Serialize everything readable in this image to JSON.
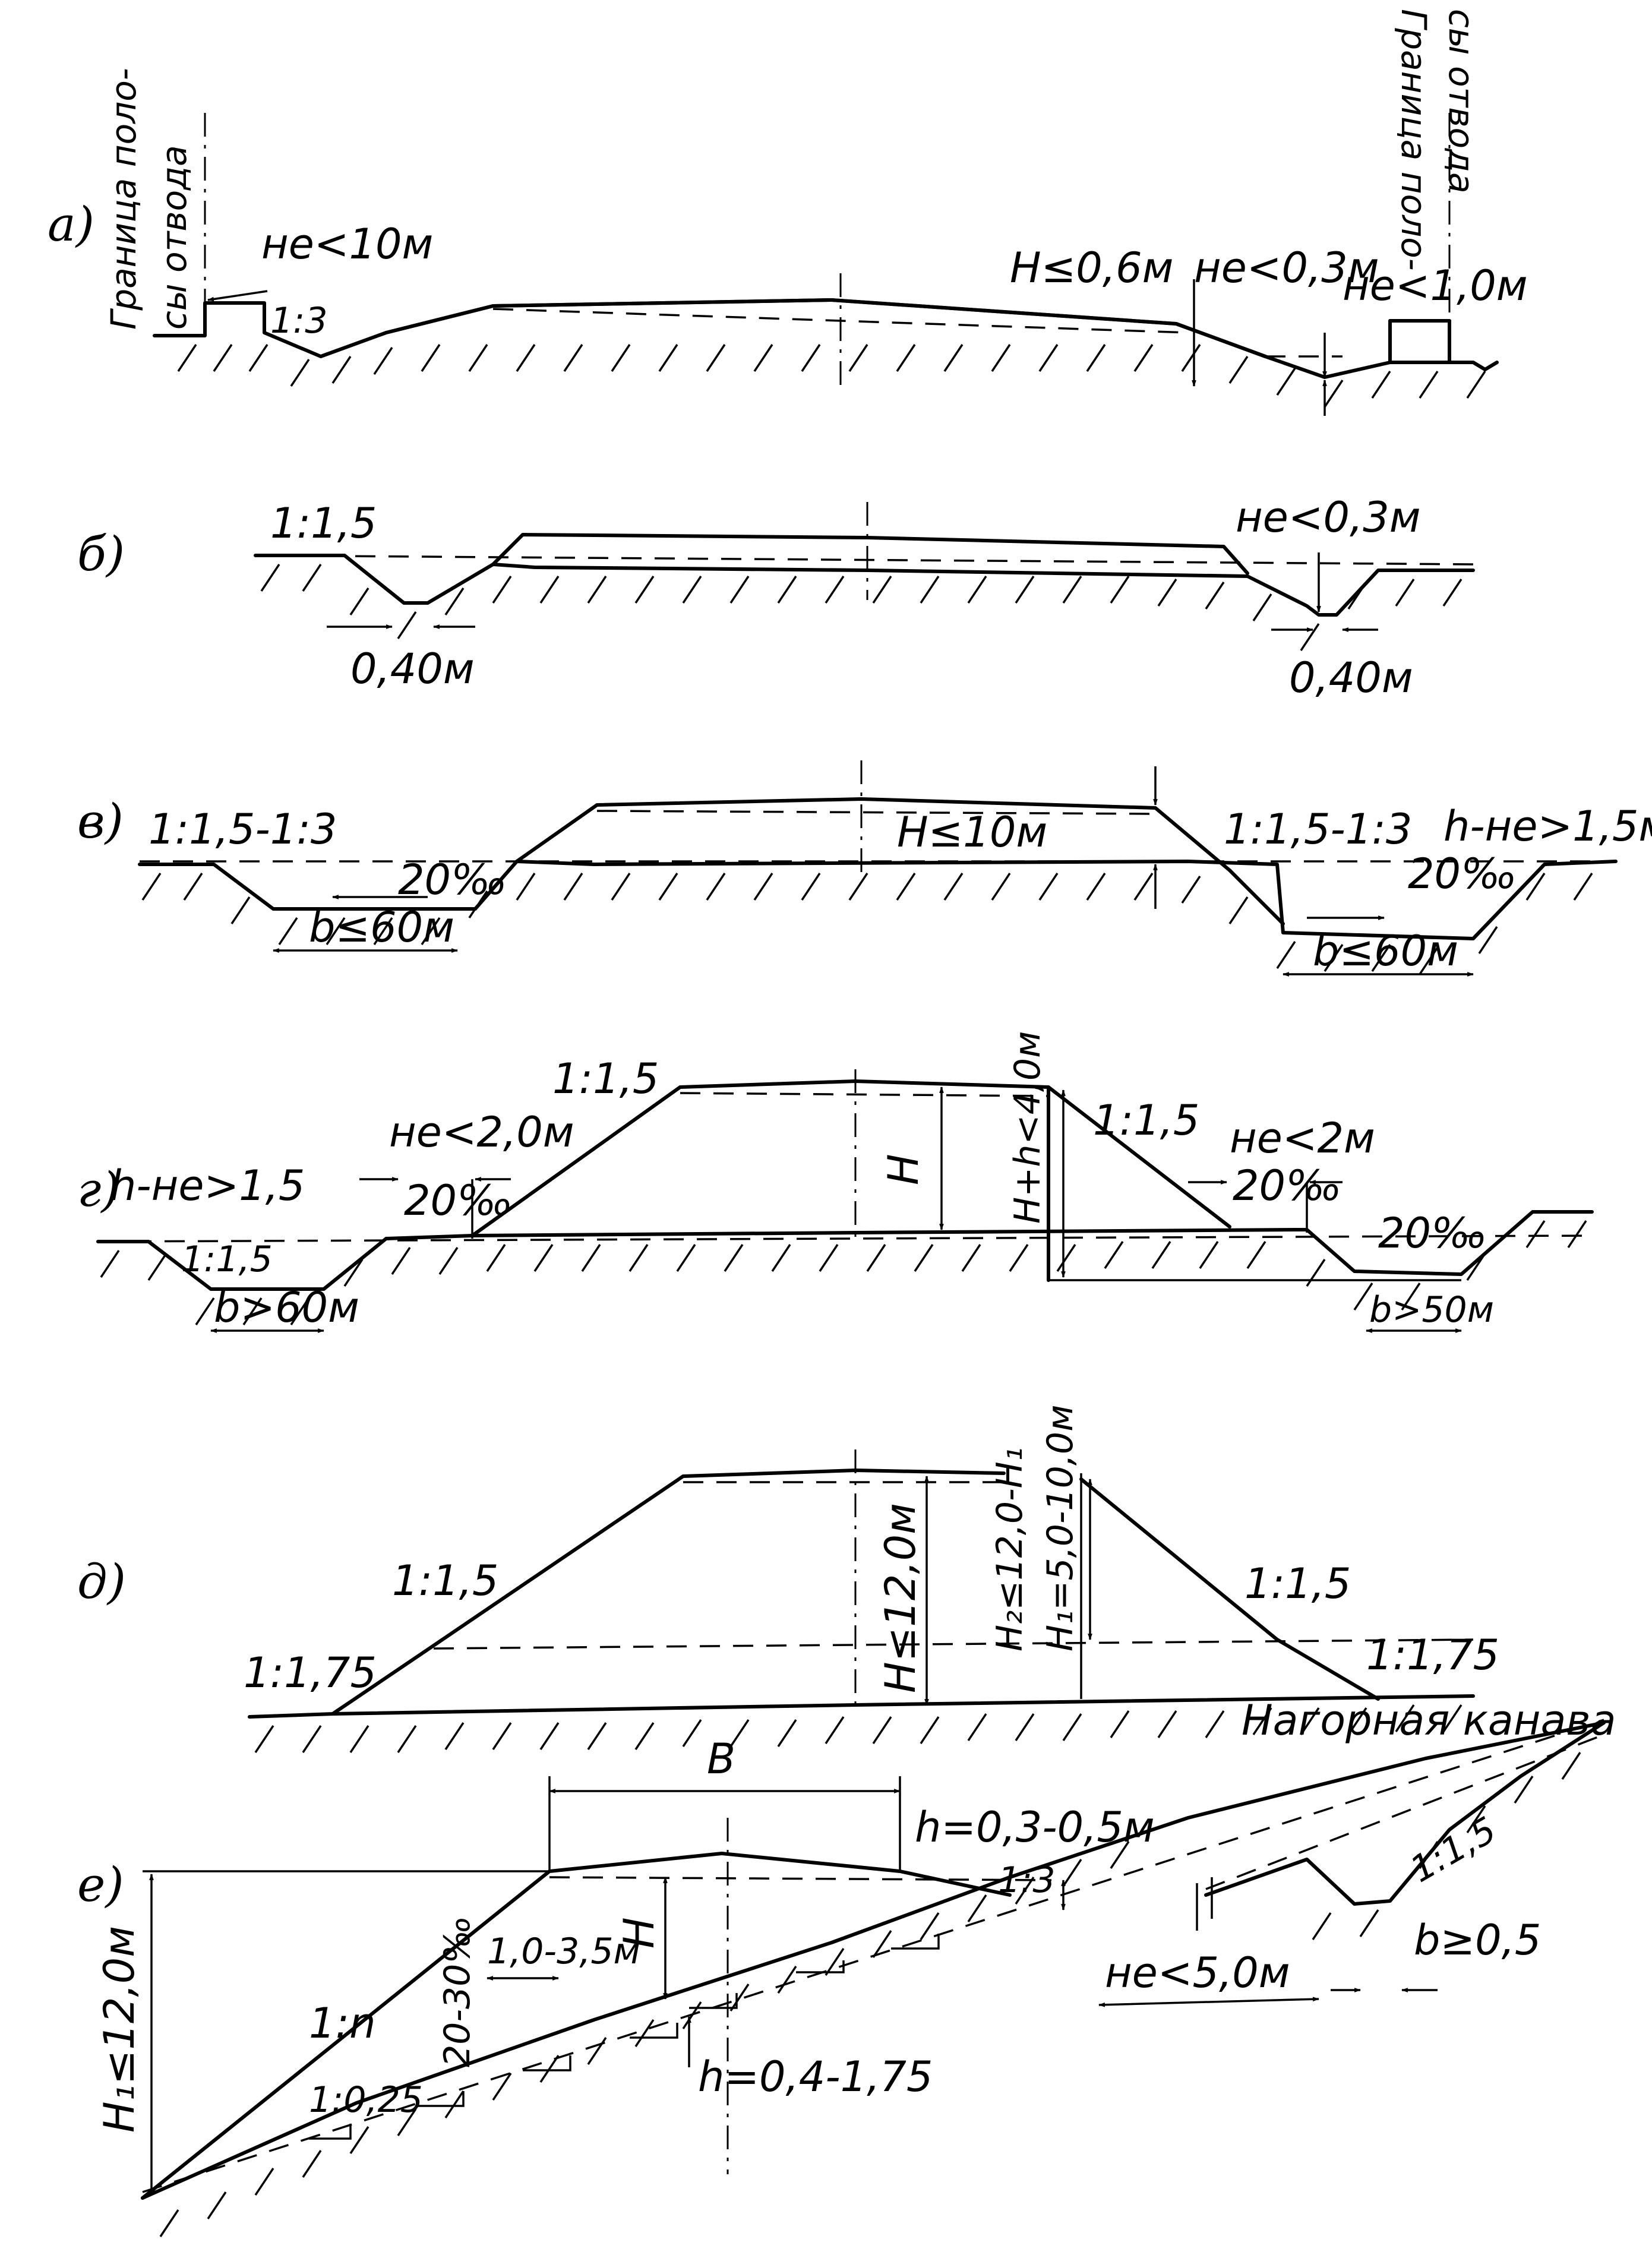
{
  "boundary_label_lines": [
    "Граница поло-",
    "сы отвода"
  ],
  "panels": {
    "a": {
      "letter": "а)",
      "labels": {
        "berm_width": "не<10м",
        "slope": "1:3",
        "height": "H≤0,6м",
        "ditch_depth": "не<0,3м",
        "right_berm": "не<1,0м"
      }
    },
    "b": {
      "letter": "б)",
      "labels": {
        "slope": "1:1,5",
        "ditch_depth": "не<0,3м",
        "ditch_left": "0,40м",
        "ditch_right": "0,40м"
      }
    },
    "v": {
      "letter": "в)",
      "labels": {
        "slope_left": "1:1,5-1:3",
        "slope_right": "1:1,5-1:3",
        "height": "H≤10м",
        "grade_left": "20‰",
        "grade_right": "20‰",
        "depth": "h-не>1,5м",
        "bottom_left": "b≤60м",
        "bottom_right": "b≤60м"
      }
    },
    "g": {
      "letter": "г)",
      "labels": {
        "slope_left": "1:1,5",
        "slope_right": "1:1,5",
        "berm_left": "не<2,0м",
        "berm_right": "не<2м",
        "grade_left": "20‰",
        "grade_right": "20‰",
        "grade_far": "20‰",
        "depth": "h-не>1,5",
        "ditch_slope": "1:1,5",
        "bottom_left": "b>60м",
        "bottom_right": "b>50м",
        "height": "H",
        "height_total": "H+h<4,0м"
      }
    },
    "d": {
      "letter": "д)",
      "labels": {
        "slope_upper_left": "1:1,5",
        "slope_lower_left": "1:1,75",
        "slope_upper_right": "1:1,5",
        "slope_lower_right": "1:1,75",
        "height": "H≤12,0м",
        "height_2": "H₂≤12,0-H₁",
        "height_1": "H₁=5,0-10,0м"
      }
    },
    "e": {
      "letter": "е)",
      "labels": {
        "width": "B",
        "h_top": "h=0,3-0,5м",
        "slope_right": "1:3",
        "height": "H",
        "total_height": "H₁≤12,0м",
        "slope_main": "1:n",
        "grade": "20-30‰",
        "step_width": "1,0-3,5м",
        "step_slope": "1:0,25",
        "h_bottom": "h=0,4-1,75",
        "distance": "не<5,0м",
        "ditch_title": "Нагорная канава",
        "ditch_slope": "1:1,5",
        "ditch_bottom": "b≥0,5"
      }
    }
  }
}
